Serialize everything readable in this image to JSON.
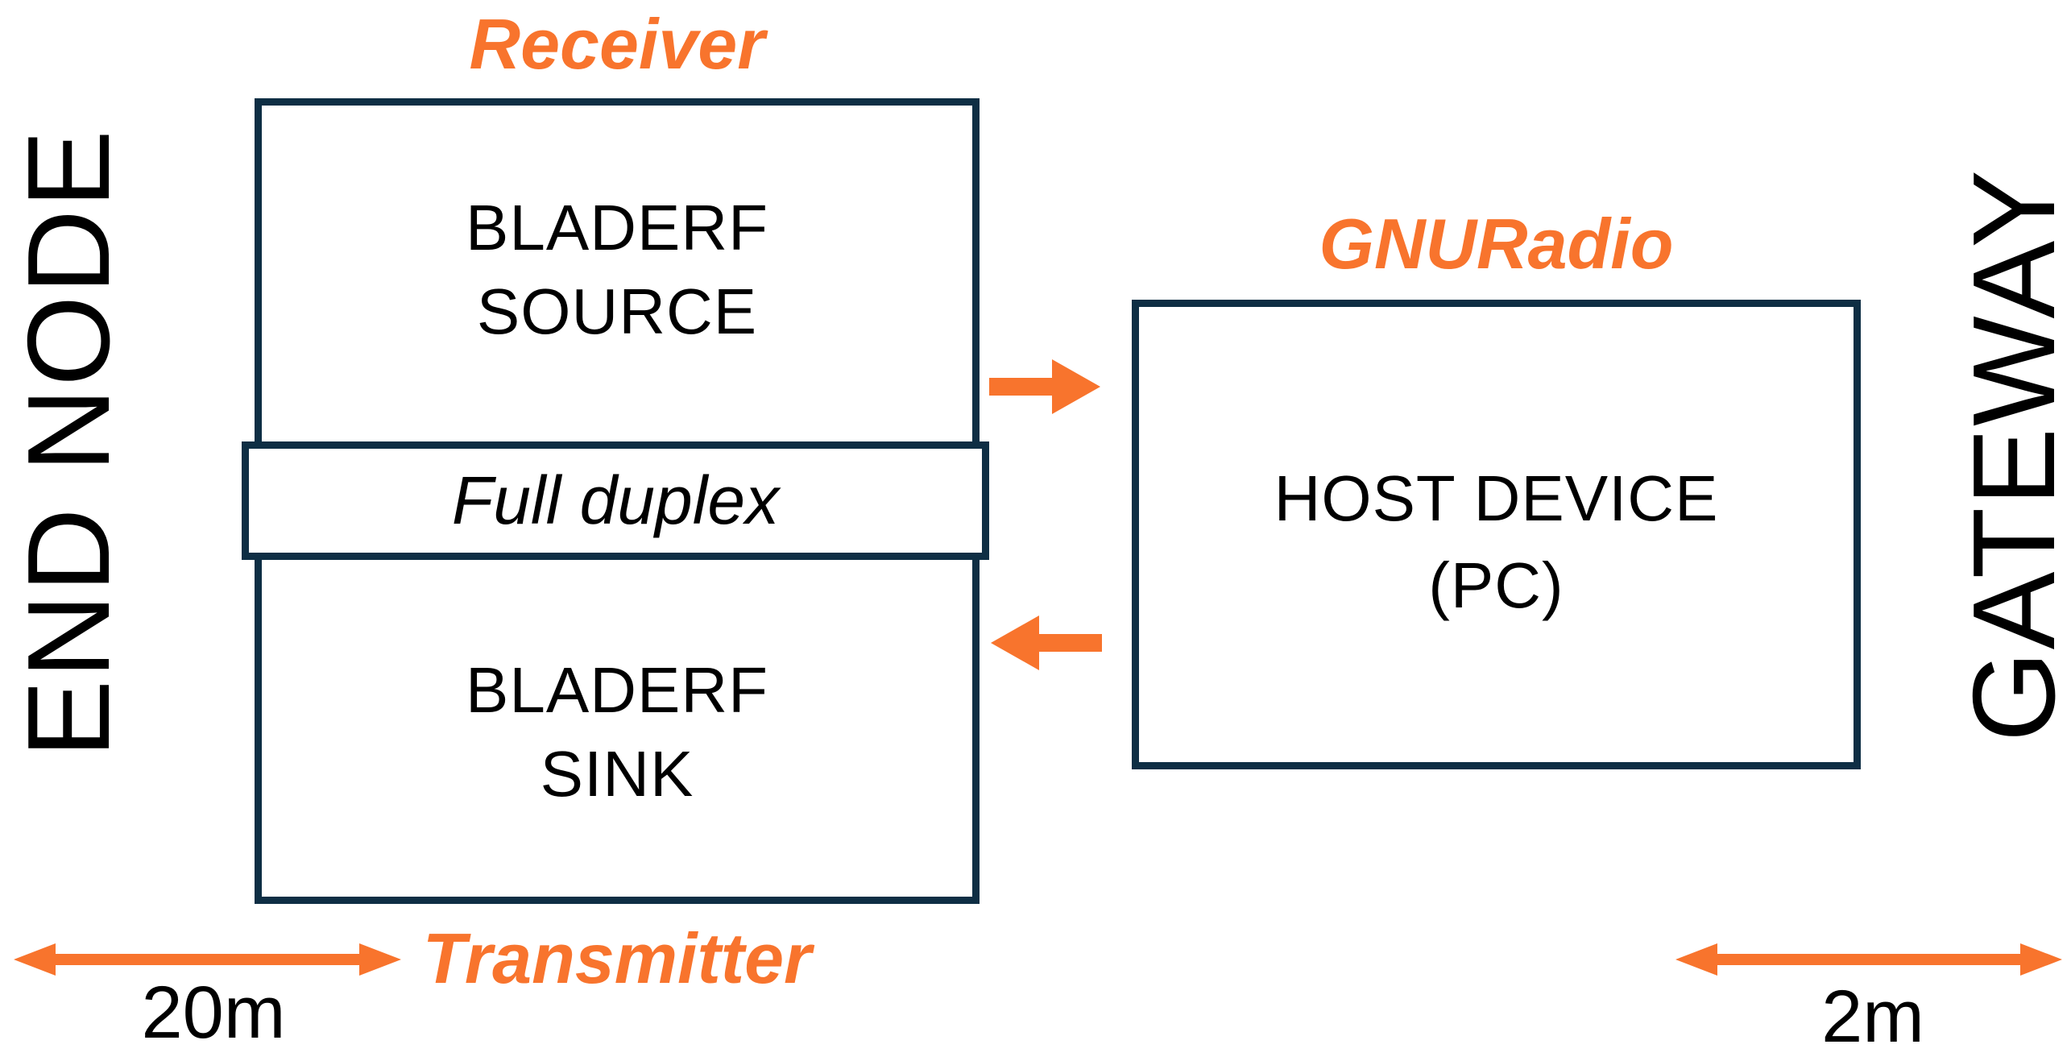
{
  "colors": {
    "accent_orange": "#F8742D",
    "border_navy": "#0E2E44",
    "text_black": "#000000",
    "background": "#FFFFFF"
  },
  "side_labels": {
    "left": "END NODE",
    "right": "GATEWAY"
  },
  "annotations": {
    "receiver": "Receiver",
    "gnuradio": "GNURadio",
    "transmitter": "Transmitter"
  },
  "blocks": {
    "bladerf_source": {
      "line1": "BLADERF",
      "line2": "SOURCE"
    },
    "full_duplex": {
      "label": "Full duplex"
    },
    "bladerf_sink": {
      "line1": "BLADERF",
      "line2": "SINK"
    },
    "host_device": {
      "line1": "HOST DEVICE",
      "line2": "(PC)"
    }
  },
  "measurements": {
    "left_distance": "20m",
    "right_distance": "2m"
  },
  "icons": {
    "source_to_host": "arrow-right-icon",
    "host_to_sink": "arrow-left-icon",
    "left_measure": "double-arrow-icon",
    "right_measure": "double-arrow-icon"
  }
}
